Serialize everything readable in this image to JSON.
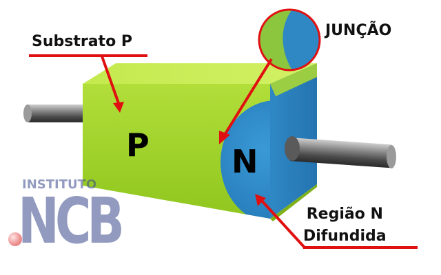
{
  "labels": {
    "substrato": "Substrato P",
    "juncao": "JUNÇÃO",
    "regiao_line1": "Região N",
    "regiao_line2": "Difundida"
  },
  "regions": {
    "p_letter": "P",
    "n_letter": "N"
  },
  "watermark": {
    "top": "INSTITUTO",
    "main": "NCB"
  },
  "colors": {
    "p_region": "#9acd32",
    "n_region": "#2f88c4",
    "arrow": "#e01010",
    "watermark": "#3a4a8c"
  }
}
